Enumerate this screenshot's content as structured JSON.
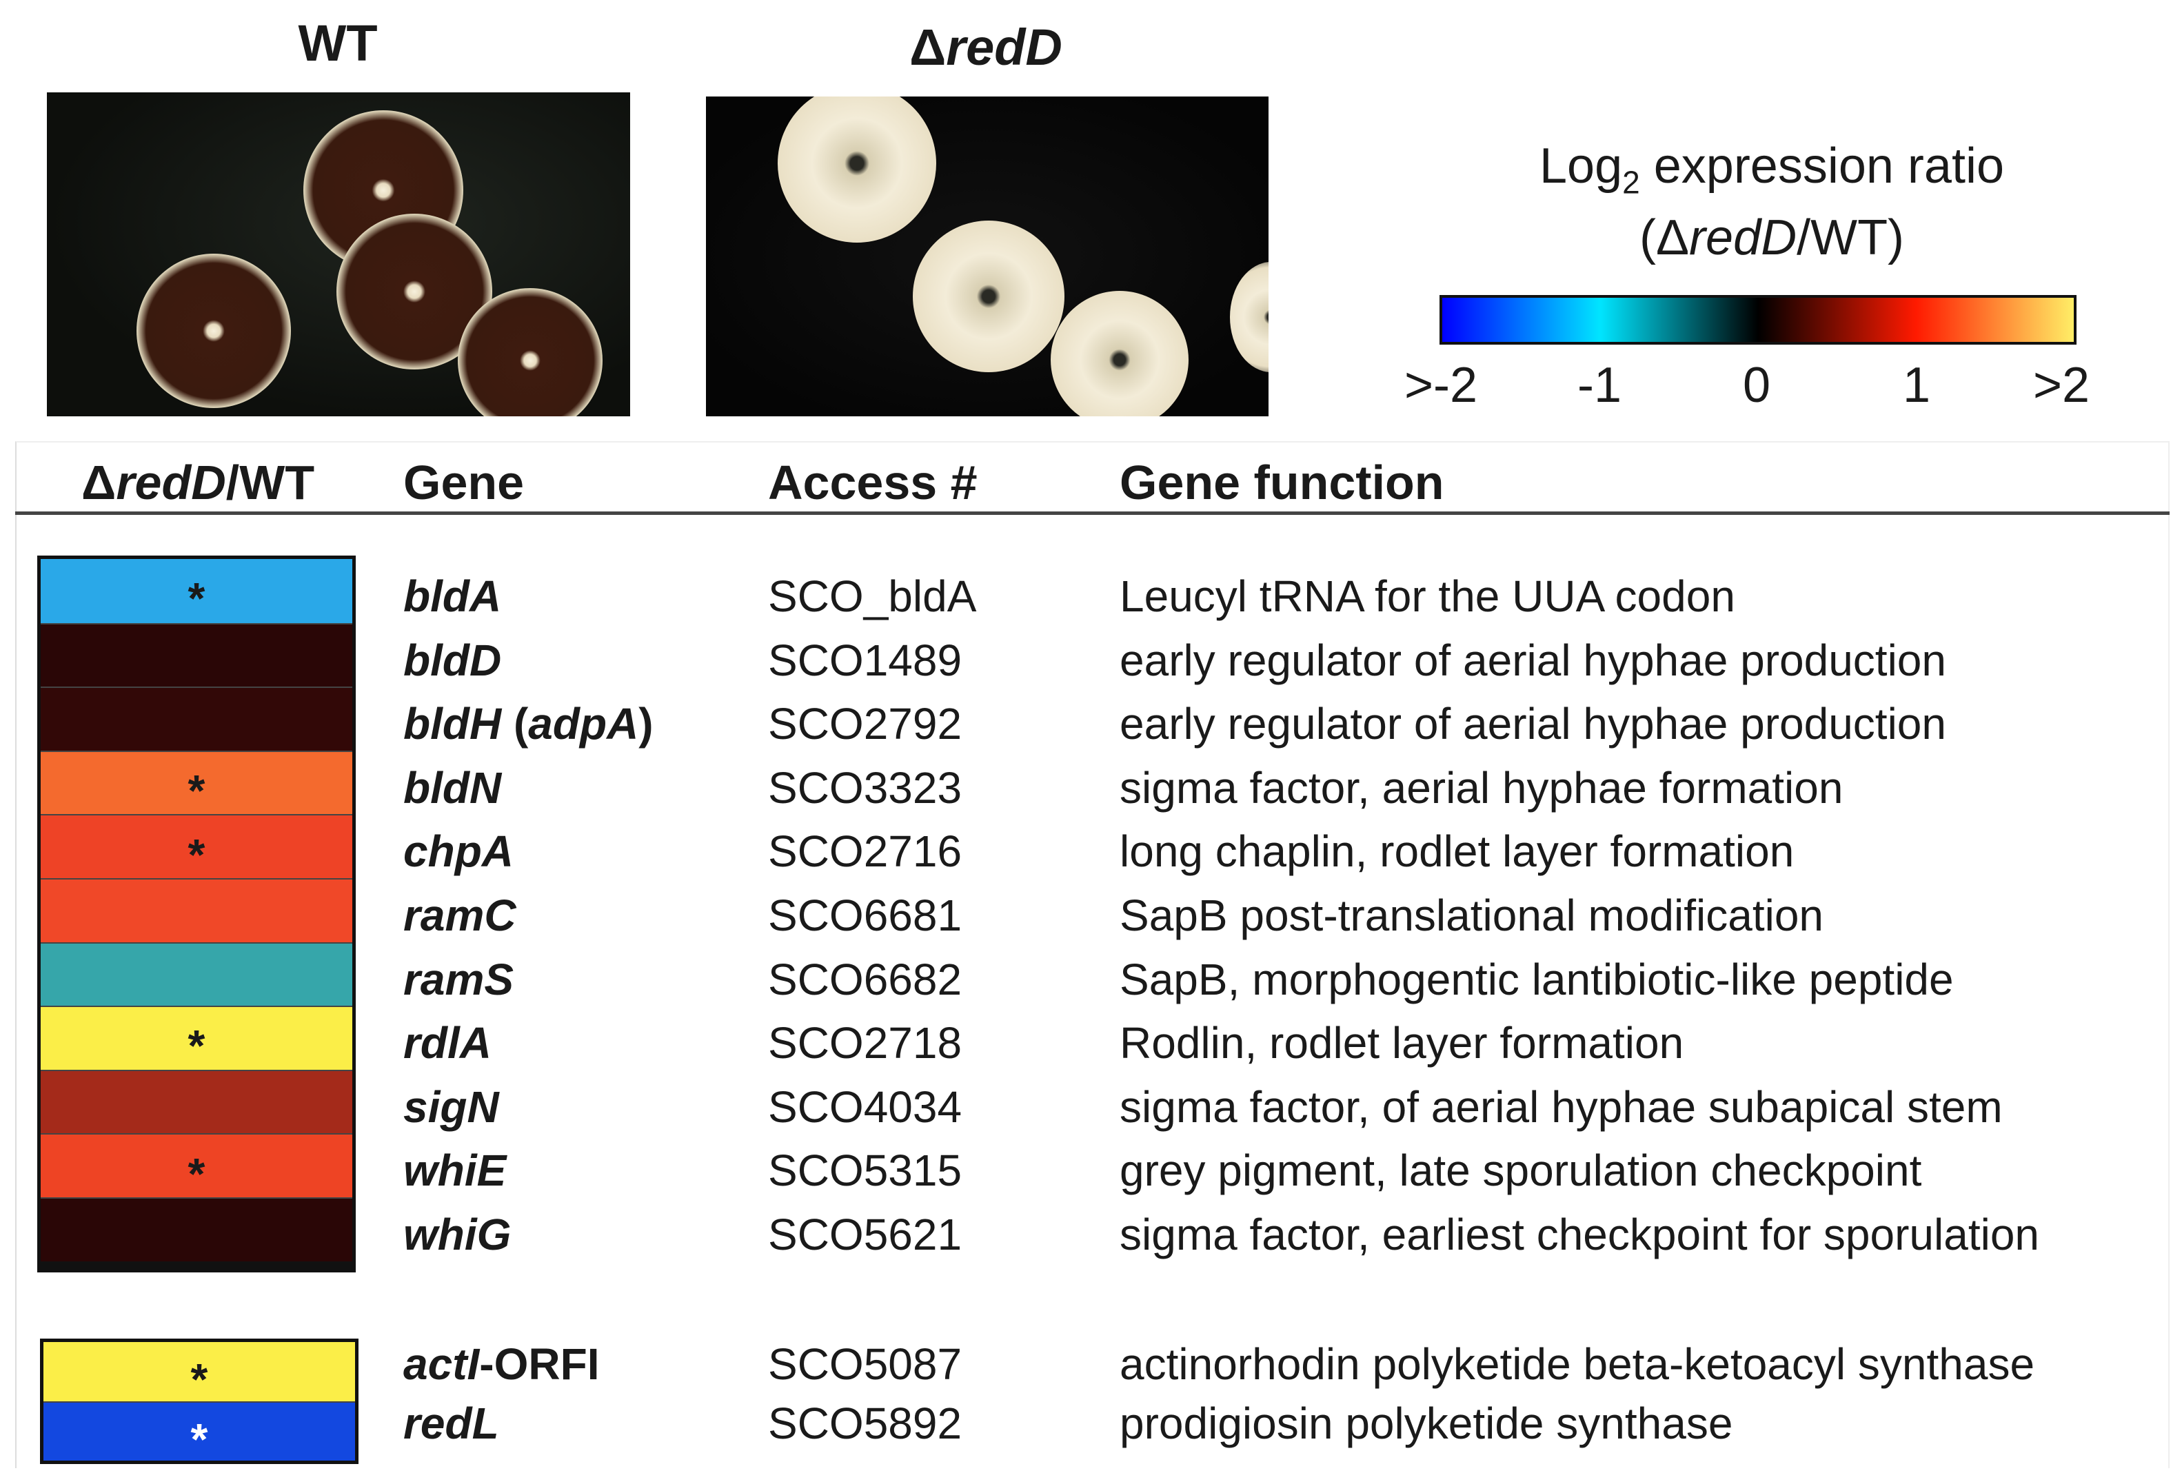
{
  "plates": {
    "wt_label": "WT",
    "mutant_label_delta": "Δ",
    "mutant_label_gene": "redD"
  },
  "colorbar": {
    "title_prefix": "Log",
    "title_sub": "2",
    "title_suffix": " expression ratio",
    "subtitle_open": "(Δ",
    "subtitle_gene": "redD",
    "subtitle_close": "/WT)",
    "ticks": [
      ">-2",
      "-1",
      "0",
      "1",
      ">2"
    ],
    "colors": [
      "#0000ff",
      "#00e5ff",
      "#000000",
      "#ff1a00",
      "#ffee66"
    ]
  },
  "table": {
    "headers": {
      "ratio_delta": "Δ",
      "ratio_gene": "redD",
      "ratio_rest": "/WT",
      "gene": "Gene",
      "access": "Access #",
      "function": "Gene function"
    },
    "group1": [
      {
        "gene": "bldA",
        "gene_suffix": "",
        "access": "SCO_bldA",
        "function": "Leucyl tRNA for the UUA codon",
        "color": "#2aa8e8",
        "significant": true
      },
      {
        "gene": "bldD",
        "gene_suffix": "",
        "access": "SCO1489",
        "function": "early regulator of aerial hyphae production",
        "color": "#2a0606",
        "significant": false
      },
      {
        "gene": "bldH",
        "gene_suffix": " (adpA)",
        "access": "SCO2792",
        "function": "early regulator of aerial hyphae production",
        "color": "#320807",
        "significant": false
      },
      {
        "gene": "bldN",
        "gene_suffix": "",
        "access": "SCO3323",
        "function": "sigma factor, aerial hyphae formation",
        "color": "#f46a2e",
        "significant": true
      },
      {
        "gene": "chpA",
        "gene_suffix": "",
        "access": "SCO2716",
        "function": "long chaplin, rodlet layer formation",
        "color": "#ee4326",
        "significant": true
      },
      {
        "gene": "ramC",
        "gene_suffix": "",
        "access": "SCO6681",
        "function": "SapB post-translational modification",
        "color": "#f04828",
        "significant": false
      },
      {
        "gene": "ramS",
        "gene_suffix": "",
        "access": "SCO6682",
        "function": "SapB, morphogentic lantibiotic-like peptide",
        "color": "#36a6aa",
        "significant": false
      },
      {
        "gene": "rdlA",
        "gene_suffix": "",
        "access": "SCO2718",
        "function": "Rodlin, rodlet layer formation",
        "color": "#fbee48",
        "significant": true
      },
      {
        "gene": "sigN",
        "gene_suffix": "",
        "access": "SCO4034",
        "function": "sigma factor, of aerial hyphae subapical stem",
        "color": "#a42a1a",
        "significant": false
      },
      {
        "gene": "whiE",
        "gene_suffix": "",
        "access": "SCO5315",
        "function": "grey pigment, late sporulation checkpoint",
        "color": "#ee4424",
        "significant": true
      },
      {
        "gene": "whiG",
        "gene_suffix": "",
        "access": "SCO5621",
        "function": "sigma factor, earliest checkpoint for sporulation",
        "color": "#2a0606",
        "significant": false
      }
    ],
    "group2": [
      {
        "gene": "actI",
        "gene_suffix": "-ORFI",
        "access": "SCO5087",
        "function": "actinorhodin polyketide beta-ketoacyl synthase",
        "color": "#fbee48",
        "significant": true
      },
      {
        "gene": "redL",
        "gene_suffix": "",
        "access": "SCO5892",
        "function": "prodigiosin polyketide synthase",
        "color": "#1348e0",
        "significant": true,
        "star_light": true
      }
    ],
    "star": "*"
  }
}
